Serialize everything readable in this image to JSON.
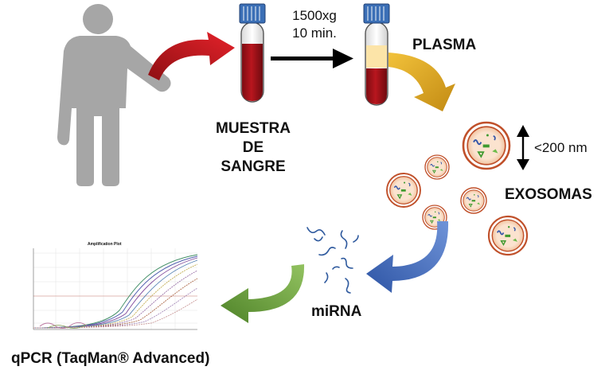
{
  "labels": {
    "sample": [
      "MUESTRA",
      "DE",
      "SANGRE"
    ],
    "centrifuge": [
      "1500xg",
      "10 min."
    ],
    "plasma": "PLASMA",
    "size": "<200 nm",
    "exosomes": "EXOSOMAS",
    "mirna": "miRNA",
    "qpcr": "qPCR (TaqMan® Advanced)",
    "plot_title": "Amplification Plot"
  },
  "icons": {
    "person": "person-silhouette-icon",
    "blood_tube": "blood-tube-icon",
    "plasma_tube": "separated-plasma-tube-icon",
    "exosome": "exosome-vesicle-icon",
    "mirna": "mirna-strand-icon",
    "plot": "amplification-plot-thumbnail"
  },
  "colors": {
    "person": "#a6a6a6",
    "red_arrow": "#c0141a",
    "blood": "#a4121a",
    "tube_cap": "#3b6fb6",
    "plasma": "#fce4a8",
    "gold_arrow": "#d9a521",
    "exosome_ring": "#c0502a",
    "exosome_fill": "#f9d9bf",
    "blue_arrow": "#4a72c0",
    "green_arrow": "#6f9f3b"
  }
}
